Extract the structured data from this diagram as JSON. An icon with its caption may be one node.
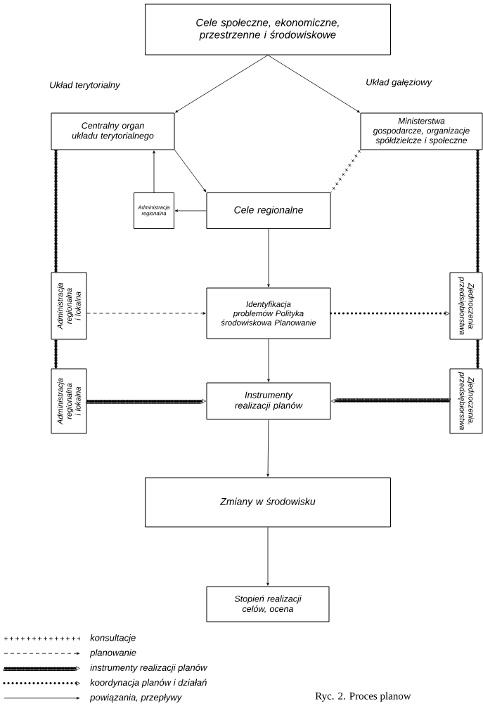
{
  "diagram": {
    "caption": "Ryc. 2. Proces planow",
    "nodes": [
      {
        "text": [
          "Cele społeczne, ekonomiczne, przestrzenne i środowiskowe"
        ]
      },
      {
        "text": [
          "Centralny organ układu terytorialnego"
        ]
      },
      {
        "text": [
          "Ministerstwa gospodarcze, organizacje spółdzielcze i społeczne"
        ]
      },
      {
        "text": [
          "Administracja regionalna"
        ]
      },
      {
        "text": [
          "Cele regionalne"
        ]
      },
      {
        "text": [
          "Administracja regionalna i lokalna"
        ]
      },
      {
        "text": [
          "Identyfikacja problemów Polityka środowiskowa Planowanie"
        ]
      },
      {
        "text": [
          "Zjednoczenia przedsiębiorstwa"
        ]
      },
      {
        "text": [
          "Administracja regionalna i lokalna"
        ]
      },
      {
        "text": [
          "Instrumenty realizacji planów"
        ]
      },
      {
        "text": [
          "Zjednoczenia, przedsiębiorstwa"
        ]
      },
      {
        "text": [
          "Zmiany w środowisku"
        ]
      },
      {
        "text": [
          "Stopień realizacji celów, ocena"
        ]
      }
    ],
    "edges": [
      {
        "from": 0,
        "to": 1,
        "arrow": "to"
      },
      {
        "from": 0,
        "to": 2,
        "arrow": "to"
      },
      {
        "from": 1,
        "to": 4,
        "arrow": "to"
      },
      {
        "from": 4,
        "to": 3,
        "arrow": "to"
      },
      {
        "from": 3,
        "to": 1,
        "arrow": "to"
      },
      {
        "from": 2,
        "to": 4,
        "arrow": "none",
        "style": "dashed"
      },
      {
        "from": 1,
        "to": 5,
        "arrow": "none",
        "style": "thick"
      },
      {
        "from": 5,
        "to": 8,
        "arrow": "none",
        "style": "thick"
      },
      {
        "from": 2,
        "to": 7,
        "arrow": "none",
        "style": "thick"
      },
      {
        "from": 7,
        "to": 10,
        "arrow": "none",
        "style": "thick"
      },
      {
        "from": 4,
        "to": 6,
        "arrow": "to"
      },
      {
        "from": 5,
        "to": 6,
        "arrow": "to",
        "style": "dashed"
      },
      {
        "from": 6,
        "to": 7,
        "arrow": "to",
        "style": "dashed"
      },
      {
        "from": 6,
        "to": 9,
        "arrow": "to"
      },
      {
        "from": 8,
        "to": 9,
        "arrow": "to",
        "style": "thick"
      },
      {
        "from": 10,
        "to": 9,
        "arrow": "to",
        "style": "thick"
      },
      {
        "from": 9,
        "to": 11,
        "arrow": "to"
      },
      {
        "from": 11,
        "to": 12,
        "arrow": "to"
      }
    ],
    "labels": [
      "Układ terytorialny",
      "Układ gałęziowy"
    ],
    "legend": [
      {
        "text": "konsultacje"
      },
      {
        "text": "planowanie"
      },
      {
        "text": "instrumenty realizacji planów"
      },
      {
        "text": "koordynacja planów i działań"
      },
      {
        "text": "powiązania, przepływy"
      }
    ]
  }
}
